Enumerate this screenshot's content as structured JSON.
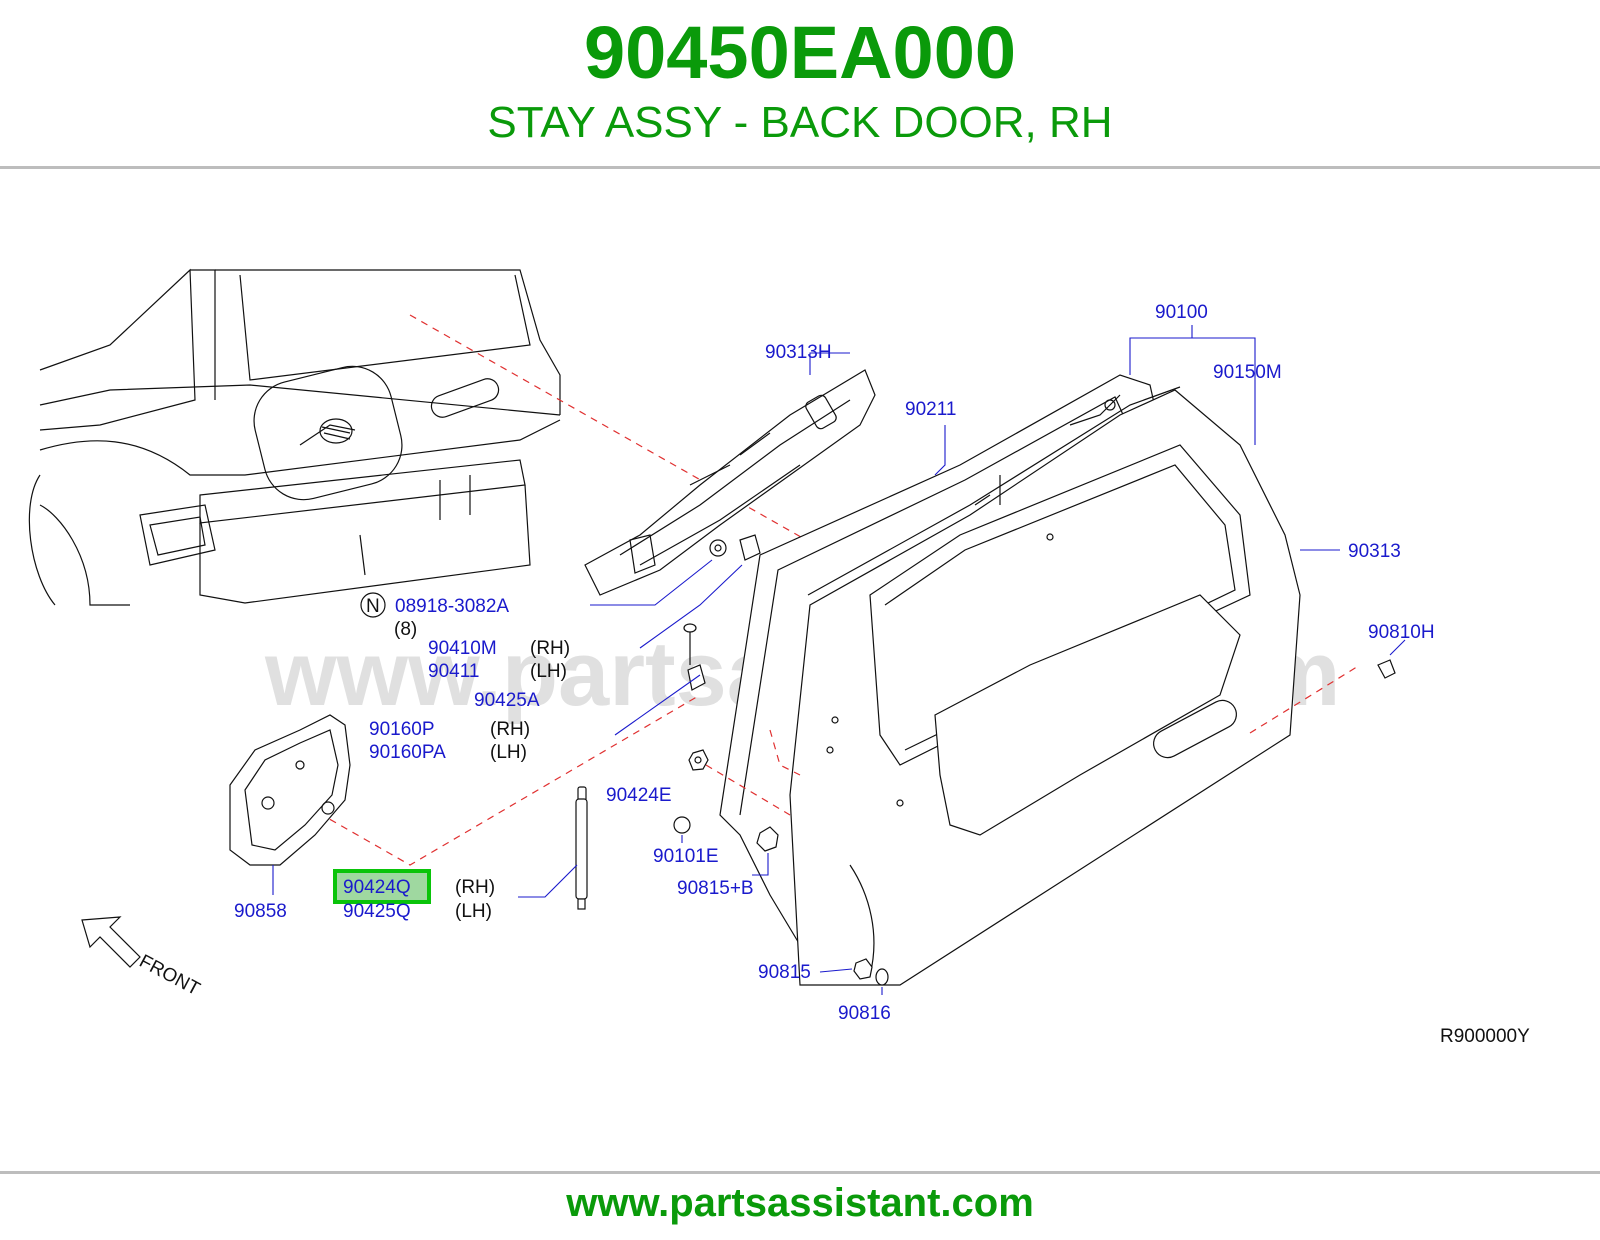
{
  "header": {
    "part_number": "90450EA000",
    "description": "STAY ASSY - BACK DOOR, RH"
  },
  "footer": {
    "url": "www.partsassistant.com"
  },
  "diagram": {
    "watermark": "www.partsassistant.com",
    "ref_code": "R900000Y",
    "front_label": "FRONT",
    "nut_symbol": "N",
    "labels": {
      "p90100": "90100",
      "p90313H": "90313H",
      "p90150M": "90150M",
      "p90211": "90211",
      "p90313": "90313",
      "p08918": "08918-3082A",
      "p08918_qty": "(8)",
      "p90410M": "90410M",
      "p90411": "90411",
      "p90425A": "90425A",
      "p90810H": "90810H",
      "p90160P": "90160P",
      "p90160PA": "90160PA",
      "p90424E": "90424E",
      "p90101E": "90101E",
      "p90815B": "90815+B",
      "p90858": "90858",
      "p90424Q": "90424Q",
      "p90425Q": "90425Q",
      "p90815": "90815",
      "p90816": "90816"
    },
    "sides": {
      "rh": "(RH)",
      "lh": "(LH)"
    },
    "highlight_color": "#0ac40a",
    "highlight_fill": "#9fd8a0"
  }
}
